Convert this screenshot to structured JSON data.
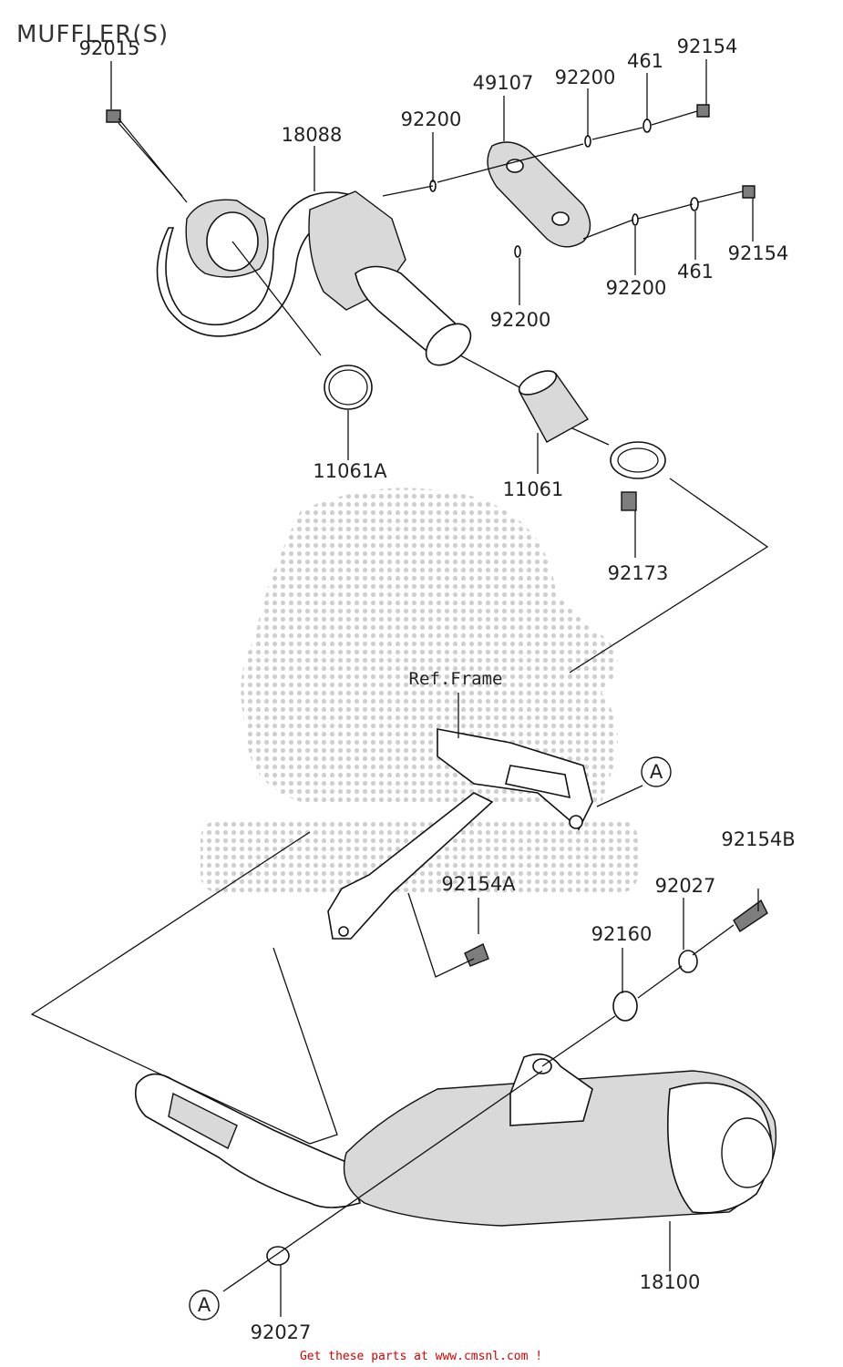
{
  "title": "MUFFLER(S)",
  "reference_label": "Ref.Frame",
  "callout_a": "A",
  "footer": "Get these parts at www.cmsnl.com !",
  "parts": {
    "p92015": "92015",
    "p18088": "18088",
    "p92200_a": "92200",
    "p49107": "49107",
    "p92200_b": "92200",
    "p461_a": "461",
    "p92154_a": "92154",
    "p92154_b": "92154",
    "p461_b": "461",
    "p92200_c": "92200",
    "p92200_d": "92200",
    "p11061A": "11061A",
    "p11061": "11061",
    "p92173": "92173",
    "p92154A": "92154A",
    "p92154B": "92154B",
    "p92027_a": "92027",
    "p92160": "92160",
    "p18100": "18100",
    "p92027_b": "92027"
  }
}
